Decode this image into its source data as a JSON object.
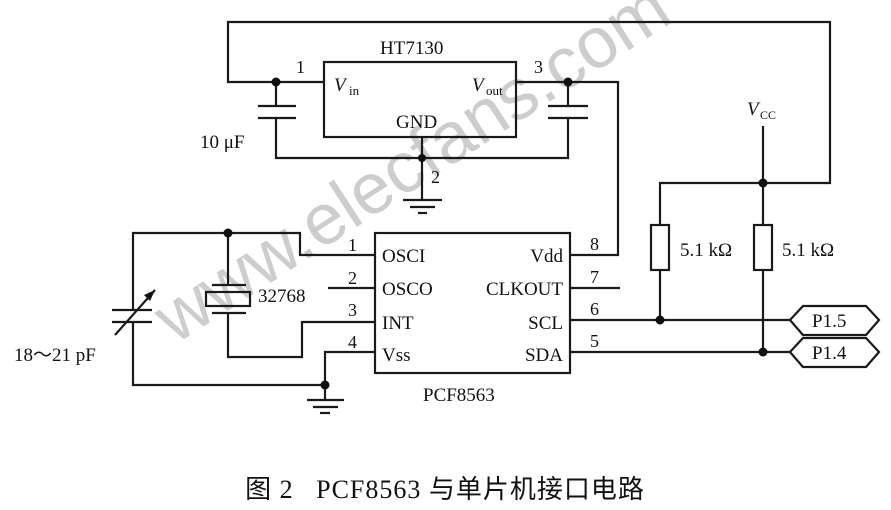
{
  "regulator": {
    "name": "HT7130",
    "vin": "V",
    "vin_sub": "in",
    "vout": "V",
    "vout_sub": "out",
    "gnd": "GND",
    "pin1": "1",
    "pin2": "2",
    "pin3": "3",
    "cap_label": "10 μF"
  },
  "rtc": {
    "name": "PCF8563",
    "left_pins": [
      {
        "num": "1",
        "label": "OSCI"
      },
      {
        "num": "2",
        "label": "OSCO"
      },
      {
        "num": "3",
        "label": "INT"
      },
      {
        "num": "4",
        "label": "Vss"
      }
    ],
    "right_pins": [
      {
        "num": "8",
        "label": "Vdd"
      },
      {
        "num": "7",
        "label": "CLKOUT"
      },
      {
        "num": "6",
        "label": "SCL"
      },
      {
        "num": "5",
        "label": "SDA"
      }
    ]
  },
  "crystal": {
    "label": "32768"
  },
  "trim_cap": {
    "label": "18～21 pF"
  },
  "vcc": {
    "label": "V",
    "sub": "CC"
  },
  "resistors": [
    {
      "label": "5.1 kΩ"
    },
    {
      "label": "5.1 kΩ"
    }
  ],
  "ports": [
    {
      "label": "P1.5"
    },
    {
      "label": "P1.4"
    }
  ],
  "caption": "图 2   PCF8563 与单片机接口电路",
  "watermark": "www.elecfans.com"
}
